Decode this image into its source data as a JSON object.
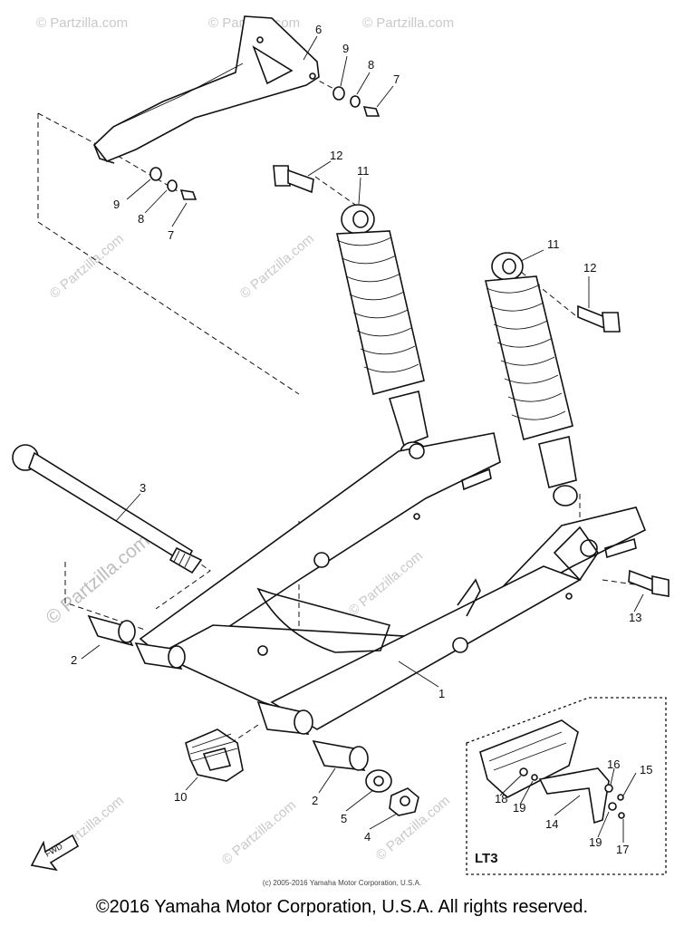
{
  "watermark": {
    "text": "© Partzilla.com"
  },
  "callouts": {
    "c1": "1",
    "c2a": "2",
    "c2b": "2",
    "c3": "3",
    "c4": "4",
    "c5": "5",
    "c6": "6",
    "c7a": "7",
    "c7b": "7",
    "c8a": "8",
    "c8b": "8",
    "c9a": "9",
    "c9b": "9",
    "c10": "10",
    "c11a": "11",
    "c11b": "11",
    "c12a": "12",
    "c12b": "12",
    "c13": "13",
    "c14": "14",
    "c15": "15",
    "c16": "16",
    "c17": "17",
    "c18": "18",
    "c19a": "19",
    "c19b": "19"
  },
  "kit_label": "LT3",
  "fwd_label": "FWD",
  "small_copyright": "(c) 2005-2016 Yamaha Motor Corporation, U.S.A.",
  "footer_copyright": "©2016 Yamaha Motor Corporation, U.S.A. All rights reserved."
}
